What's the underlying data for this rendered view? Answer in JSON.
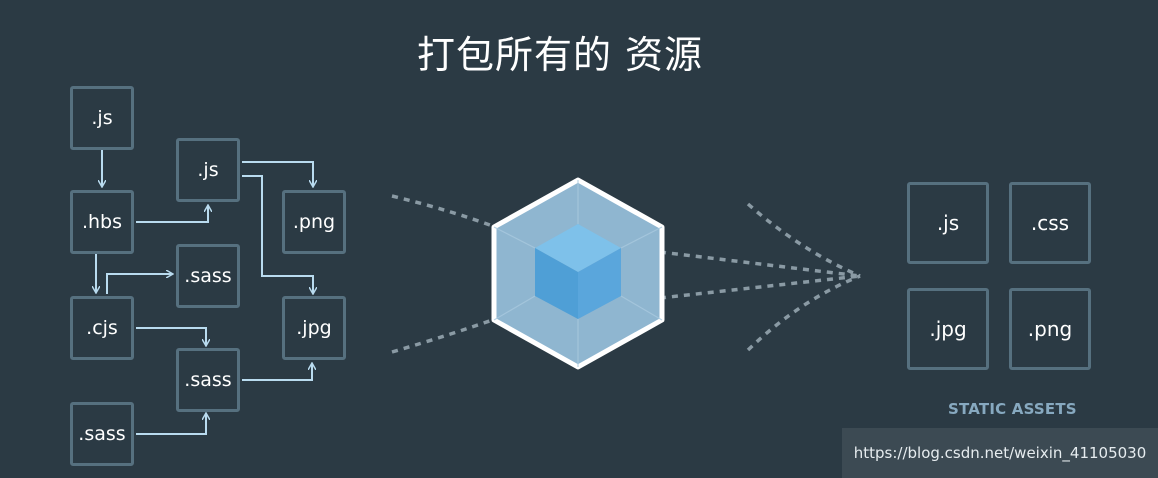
{
  "title": "打包所有的 资源",
  "source_files": [
    {
      "id": "js1",
      "label": ".js"
    },
    {
      "id": "js2",
      "label": ".js"
    },
    {
      "id": "hbs",
      "label": ".hbs"
    },
    {
      "id": "png",
      "label": ".png"
    },
    {
      "id": "sass1",
      "label": ".sass"
    },
    {
      "id": "cjs",
      "label": ".cjs"
    },
    {
      "id": "jpg",
      "label": ".jpg"
    },
    {
      "id": "sass2",
      "label": ".sass"
    },
    {
      "id": "sass3",
      "label": ".sass"
    }
  ],
  "static_assets": [
    {
      "id": "out-js",
      "label": ".js"
    },
    {
      "id": "out-css",
      "label": ".css"
    },
    {
      "id": "out-jpg",
      "label": ".jpg"
    },
    {
      "id": "out-png",
      "label": ".png"
    }
  ],
  "static_assets_label": "STATIC ASSETS",
  "watermark": "https://blog.csdn.net/weixin_41105030",
  "colors": {
    "background": "#2b3a44",
    "box_border": "#56707f",
    "arrow": "#b9dbef",
    "dashed": "#8a9aa4",
    "cube_outer": "#8fb6d0",
    "cube_inner": "#5aa6dc",
    "caption": "#87a9c0"
  }
}
